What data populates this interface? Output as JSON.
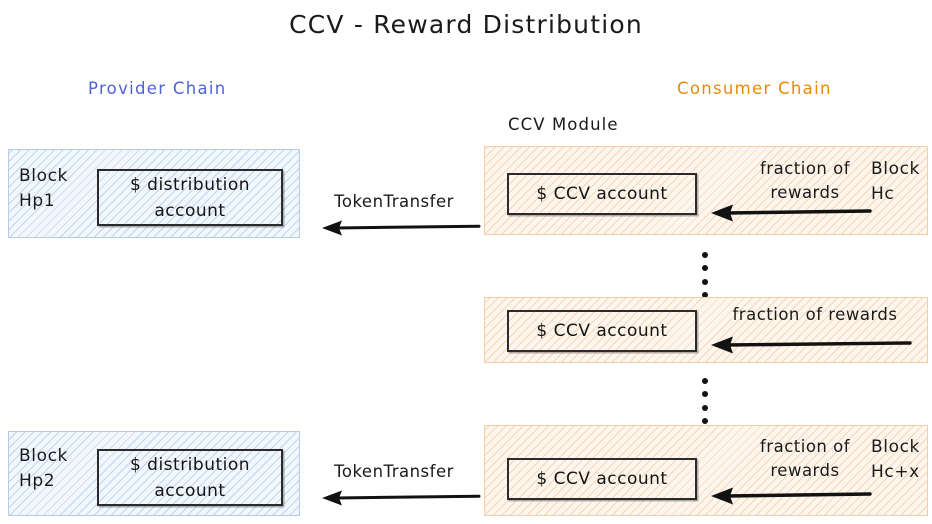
{
  "title": "CCV - Reward Distribution",
  "chains": {
    "provider": {
      "label": "Provider Chain",
      "color": "#4f62d8"
    },
    "consumer": {
      "label": "Consumer Chain",
      "color": "#e8890c"
    }
  },
  "ccv_module_label": "CCV Module",
  "provider_blocks": [
    {
      "block_word": "Block",
      "block_id": "Hp1",
      "account_line1": "$ distribution",
      "account_line2": "account"
    },
    {
      "block_word": "Block",
      "block_id": "Hp2",
      "account_line1": "$ distribution",
      "account_line2": "account"
    }
  ],
  "consumer_blocks": [
    {
      "account_label": "$ CCV account",
      "arrow_label_line1": "fraction of",
      "arrow_label_line2": "rewards",
      "block_word": "Block",
      "block_id": "Hc"
    },
    {
      "account_label": "$ CCV account",
      "arrow_label_line1": "fraction of rewards",
      "arrow_label_line2": "",
      "block_word": "",
      "block_id": ""
    },
    {
      "account_label": "$ CCV account",
      "arrow_label_line1": "fraction of",
      "arrow_label_line2": "rewards",
      "block_word": "Block",
      "block_id": "Hc+x"
    }
  ],
  "transfers": [
    {
      "label": "TokenTransfer"
    },
    {
      "label": "TokenTransfer"
    }
  ],
  "ellipsis": {
    "dot_count": 4
  }
}
